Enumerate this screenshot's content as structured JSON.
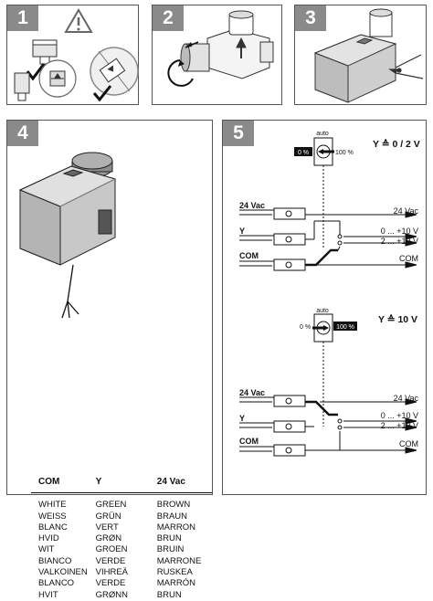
{
  "steps": [
    {
      "number": "1"
    },
    {
      "number": "2"
    },
    {
      "number": "3"
    },
    {
      "number": "4"
    },
    {
      "number": "5"
    }
  ],
  "wire_table": {
    "headers": [
      "COM",
      "Y",
      "24 Vac"
    ],
    "rows": [
      [
        "WHITE",
        "GREEN",
        "BROWN"
      ],
      [
        "WEISS",
        "GRÜN",
        "BRAUN"
      ],
      [
        "BLANC",
        "VERT",
        "MARRON"
      ],
      [
        "HVID",
        "GRØN",
        "BRUN"
      ],
      [
        "WIT",
        "GROEN",
        "BRUIN"
      ],
      [
        "BIANCO",
        "VERDE",
        "MARRONE"
      ],
      [
        "VALKOINEN",
        "VIHREÄ",
        "RUSKEA"
      ],
      [
        "BLANCO",
        "VERDE",
        "MARRÓN"
      ],
      [
        "HVIT",
        "GRØNN",
        "BRUN"
      ]
    ]
  },
  "wiring": {
    "upper": {
      "title": "Y ≙ 0 / 2 V",
      "switch_top": "auto",
      "switch_left": "0 %",
      "switch_right": "100 %",
      "supply_left": "24 Vac",
      "supply_right": "24 Vac",
      "y_left": "Y",
      "y_range_1": "0 ... +10 V",
      "y_range_2": "2 ... +10 V",
      "com_left": "COM",
      "com_right": "COM"
    },
    "lower": {
      "title": "Y ≙ 10 V",
      "switch_top": "auto",
      "switch_left": "0 %",
      "switch_right": "100 %",
      "supply_left": "24 Vac",
      "supply_right": "24 Vac",
      "y_left": "Y",
      "y_range_1": "0 ... +10 V",
      "y_range_2": "2 ... +10 V",
      "com_left": "COM",
      "com_right": "COM"
    }
  }
}
